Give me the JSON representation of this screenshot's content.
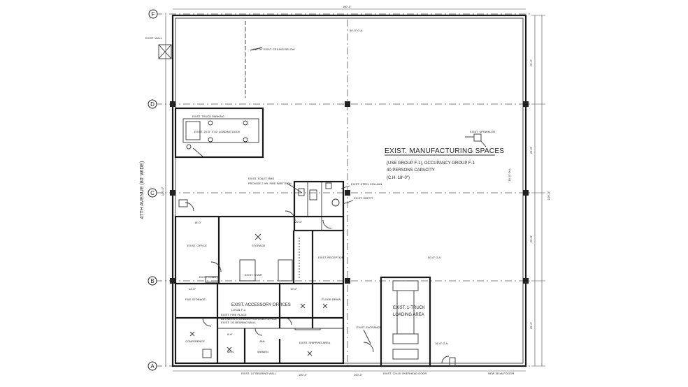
{
  "grid_lines": [
    {
      "id": "F"
    },
    {
      "id": "D"
    },
    {
      "id": "C"
    },
    {
      "id": "B"
    },
    {
      "id": "A"
    }
  ],
  "street_name": "47TH AVENUE (80' WIDE)",
  "main_space": {
    "title": "EXIST. MANUFACTURING SPACES",
    "lines": [
      "(USE GROUP F-1), OCCUPANCY GROUP F-1",
      "40 PERSONS CAPACITY",
      "(C.H. 18'-0\")"
    ]
  },
  "loading_area": {
    "lines": [
      "EXIST. 1-TRUCK",
      "LOADING AREA"
    ]
  },
  "office_area": {
    "lines": [
      "EXIST. ACCESSORY OFFICES",
      "LOCAL F-1"
    ]
  },
  "dimensions": {
    "top": "100'-0\"",
    "bottom_left": "100'-0\"",
    "bottom_right": "100'-0\"",
    "right_overall": "100'-0\"",
    "left_side": "100'-0\"",
    "top_inner": "50'-0\" O.A.",
    "mid_span": "50'-0\" O.A.",
    "right_vert": "18'-0\" O.A.",
    "right_seg_1": "25'-0\"",
    "right_seg_2": "25'-0\"",
    "right_seg_3": "25'-0\"",
    "right_seg_4": "25'-0\"",
    "loading_dim": "16'-0\" O.A.",
    "small_1": "18'-0\"",
    "small_2": "20'-0\"",
    "small_3": "12'-0\"",
    "small_4": "10'-0\"",
    "small_5": "8'-0\""
  },
  "notes": [
    "LINE OF EXIST. CEILING BELOW",
    "EXIST. TRUCK PARKING",
    "EXIST. 20'-0\" X 40' LOADING DOCK",
    "EXIST. TOILET RMS",
    "EXIST. STEEL COLUMN",
    "EXIST. SOFFIT",
    "PROVIDE 2 HR. FIRE PARTITION",
    "EXIST. SPRINKLER",
    "EXIST. 14\" BEARING WALL",
    "EXIST. 12'x10' OVERHEAD DOOR",
    "NEW 36\"x84\" DOOR",
    "EXIST. ENTRANCE",
    "EXIST. STAIR",
    "STORAGE",
    "EXIST. OFFICE",
    "EXIST. RECEPTION",
    "EXIST. LOBBY",
    "FILE STORAGE",
    "CONFERENCE",
    "MEN",
    "WOMEN",
    "JAN.",
    "EXIST. SHIPPING AREA",
    "FLOOR DRAIN",
    "EXIST. WALL"
  ],
  "note_lines": [
    "EXIST. 14\" BEARING WALL",
    "EXIST. FIRE PLACE",
    "BETWEEN STORAGE/PROPOSED OFFICE"
  ]
}
